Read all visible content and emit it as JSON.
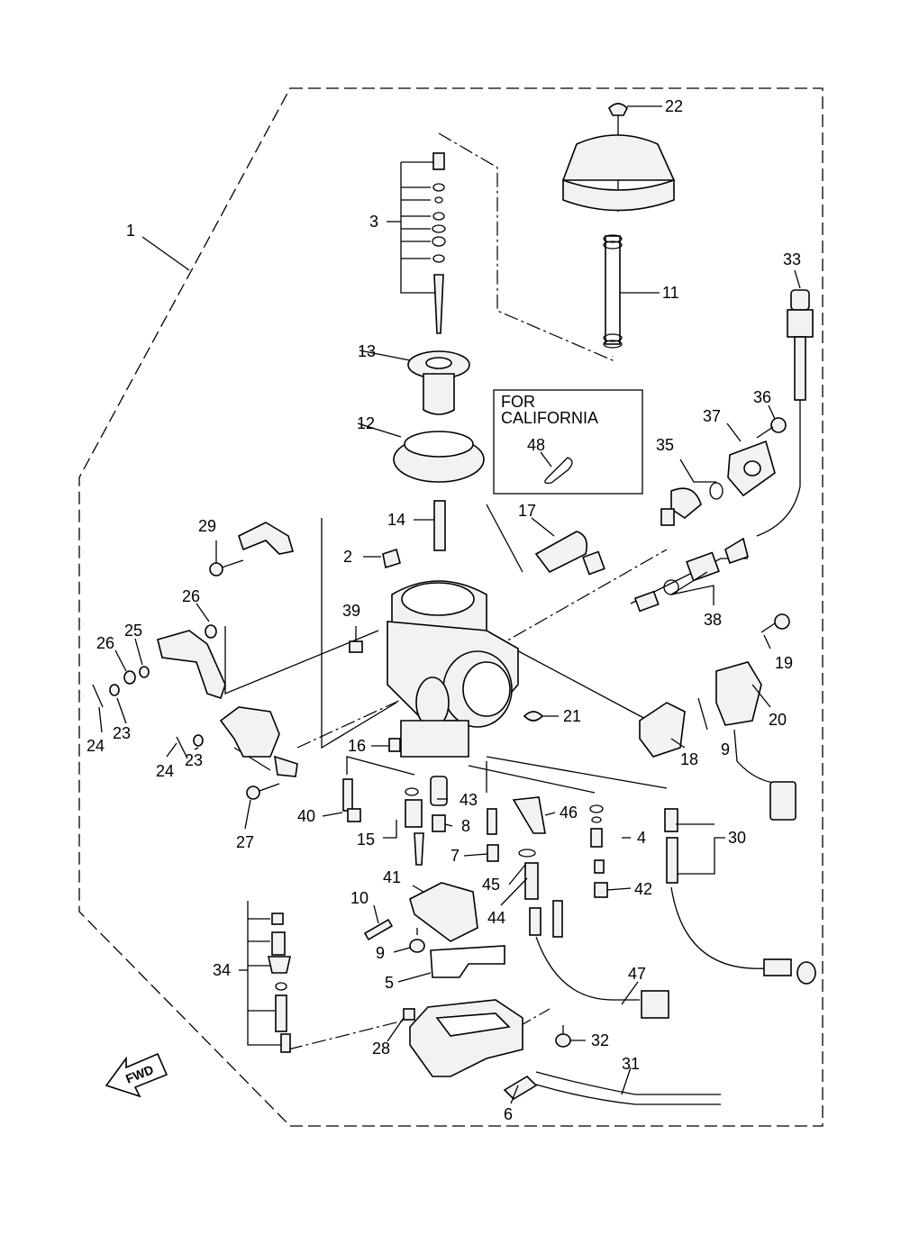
{
  "callouts": [
    "1",
    "2",
    "3",
    "4",
    "5",
    "6",
    "7",
    "8",
    "9",
    "10",
    "11",
    "12",
    "13",
    "14",
    "15",
    "16",
    "17",
    "18",
    "19",
    "20",
    "21",
    "22",
    "23",
    "24",
    "25",
    "26",
    "27",
    "28",
    "29",
    "30",
    "31",
    "32",
    "33",
    "34",
    "35",
    "36",
    "37",
    "38",
    "39",
    "40",
    "41",
    "42",
    "43",
    "44",
    "45",
    "46",
    "47",
    "48"
  ],
  "note_box": {
    "line1": "FOR",
    "line2": "CALIFORNIA"
  },
  "fwd_label": "FWD",
  "labels": {
    "n1": "1",
    "n2": "2",
    "n3": "3",
    "n4": "4",
    "n5": "5",
    "n6": "6",
    "n7": "7",
    "n8": "8",
    "n9a": "9",
    "n9b": "9",
    "n10": "10",
    "n11": "11",
    "n12": "12",
    "n13": "13",
    "n14": "14",
    "n15": "15",
    "n16": "16",
    "n17": "17",
    "n18": "18",
    "n19": "19",
    "n20": "20",
    "n21": "21",
    "n22": "22",
    "n23a": "23",
    "n23b": "23",
    "n24a": "24",
    "n24b": "24",
    "n25": "25",
    "n26a": "26",
    "n26b": "26",
    "n27": "27",
    "n28": "28",
    "n29": "29",
    "n30": "30",
    "n31": "31",
    "n32": "32",
    "n33": "33",
    "n34": "34",
    "n35": "35",
    "n36": "36",
    "n37": "37",
    "n38": "38",
    "n39": "39",
    "n40": "40",
    "n41": "41",
    "n42": "42",
    "n43": "43",
    "n44": "44",
    "n45": "45",
    "n46": "46",
    "n47": "47",
    "n48": "48"
  }
}
